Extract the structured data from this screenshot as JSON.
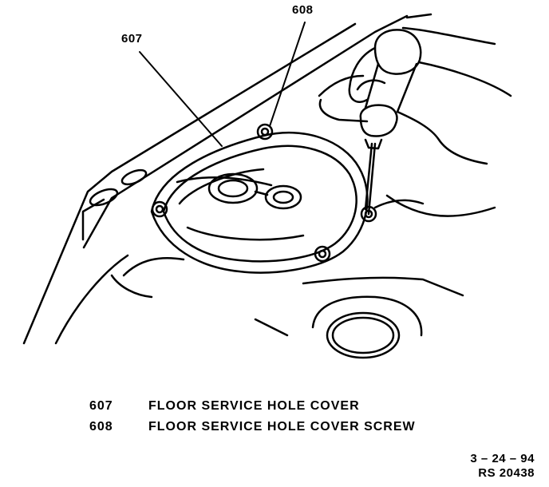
{
  "callouts": {
    "cover_number": "607",
    "screw_number": "608"
  },
  "legend": [
    {
      "number": "607",
      "text": "FLOOR SERVICE HOLE COVER"
    },
    {
      "number": "608",
      "text": "FLOOR SERVICE HOLE COVER SCREW"
    }
  ],
  "stamp": {
    "date": "3 – 24 – 94",
    "code": "RS 20438"
  },
  "colors": {
    "ink": "#000000",
    "paper": "#ffffff"
  }
}
